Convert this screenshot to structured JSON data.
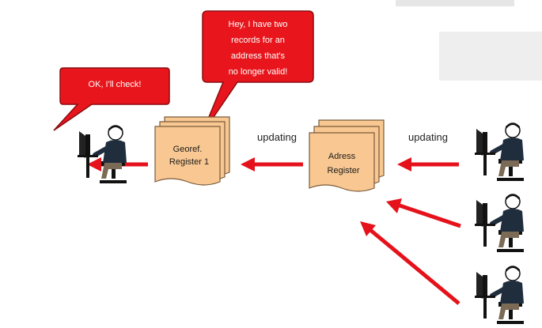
{
  "bubbles": {
    "left": [
      "OK, I'll check!"
    ],
    "center": [
      "Hey, I have two",
      "records for an",
      "address that's",
      "no longer valid!"
    ]
  },
  "documents": {
    "georef": [
      "Georef.",
      "Register 1"
    ],
    "address": [
      "Adress",
      "Register"
    ]
  },
  "labels": {
    "updating_left": "updating",
    "updating_right": "updating"
  },
  "colors": {
    "bubble_red": "#e8161c",
    "arrow_red": "#e5121b",
    "document_fill": "#f9c892",
    "document_stroke": "#7a5a3a"
  },
  "icons": [
    "person-at-computer-icon"
  ]
}
